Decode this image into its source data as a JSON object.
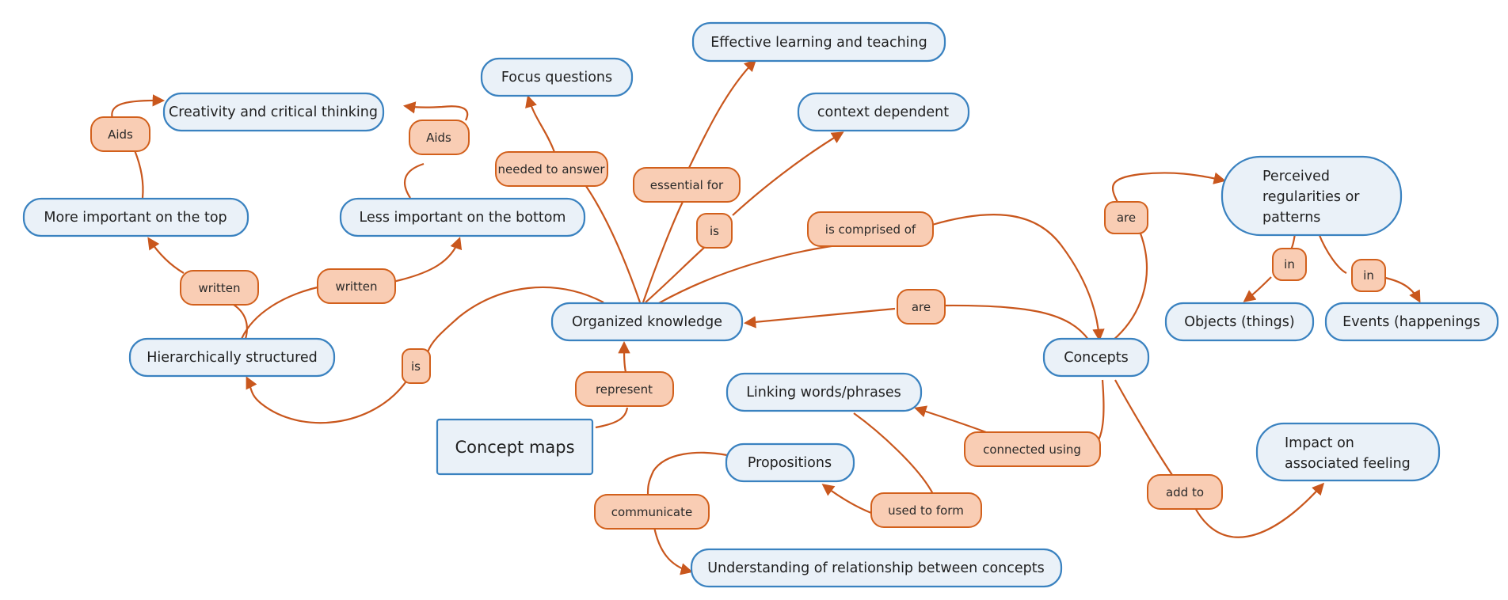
{
  "concepts": {
    "effective": "Effective learning and teaching",
    "focus": "Focus questions",
    "creativity": "Creativity and critical thinking",
    "context": "context dependent",
    "perceived_1": "Perceived",
    "perceived_2": "regularities or",
    "perceived_3": "patterns",
    "more_important": "More important on the top",
    "less_important": "Less important on the bottom",
    "organized": "Organized knowledge",
    "objects": "Objects (things)",
    "events": "Events (happenings",
    "hierarchical": "Hierarchically structured",
    "concepts": "Concepts",
    "linking": "Linking words/phrases",
    "concept_maps": "Concept maps",
    "impact_1": "Impact on",
    "impact_2": "associated feeling",
    "propositions": "Propositions",
    "understanding": "Understanding of relationship between concepts"
  },
  "links": {
    "aids_left": "Aids",
    "aids_right": "Aids",
    "needed_to_answer": "needed to answer",
    "essential_for": "essential for",
    "is_context": "is",
    "is_comprised_of": "is comprised of",
    "are_perceived": "are",
    "in_objects": "in",
    "in_events": "in",
    "written_left": "written",
    "written_right": "written",
    "are_organized": "are",
    "is_hier": "is",
    "represent": "represent",
    "connected_using": "connected using",
    "used_to_form": "used to form",
    "communicate": "communicate",
    "add_to": "add to"
  },
  "colors": {
    "concept_fill": "#eaf1f8",
    "concept_border": "#3a82c0",
    "link_fill": "#f9cdb4",
    "link_border": "#d2601c",
    "edge": "#c9571d"
  }
}
